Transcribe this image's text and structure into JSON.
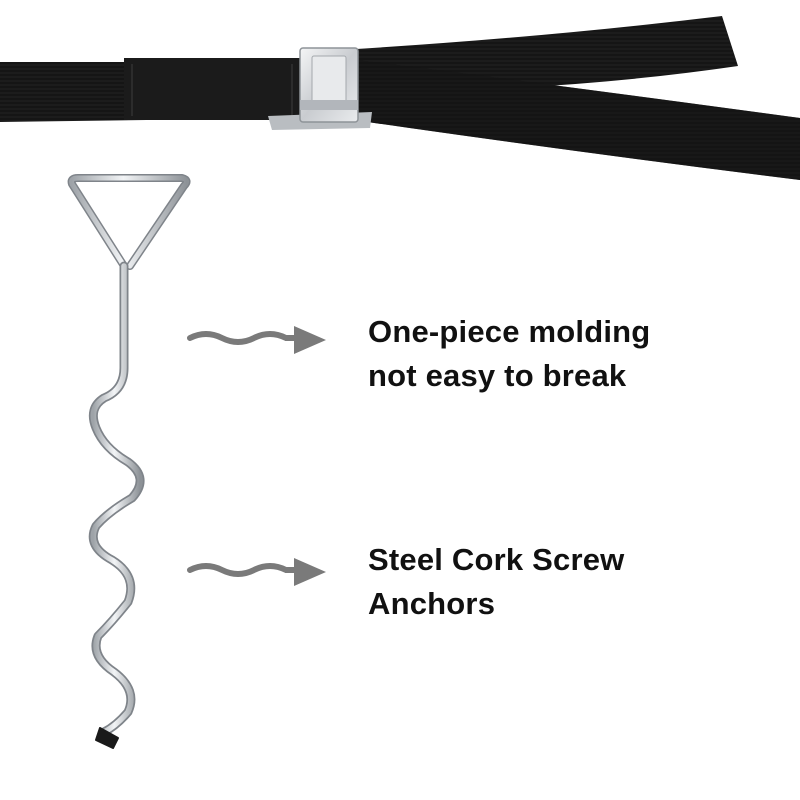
{
  "callouts": [
    {
      "lines": [
        "One-piece molding",
        "not easy to break"
      ]
    },
    {
      "lines": [
        "Steel Cork Screw",
        "Anchors"
      ]
    }
  ],
  "colors": {
    "background": "#ffffff",
    "strap": "#141414",
    "metal": "#c4c8cc",
    "arrow": "#7a7a7a",
    "text": "#111111"
  },
  "icons": [
    "wavy-arrow-icon",
    "corkscrew-anchor",
    "strap-buckle"
  ]
}
